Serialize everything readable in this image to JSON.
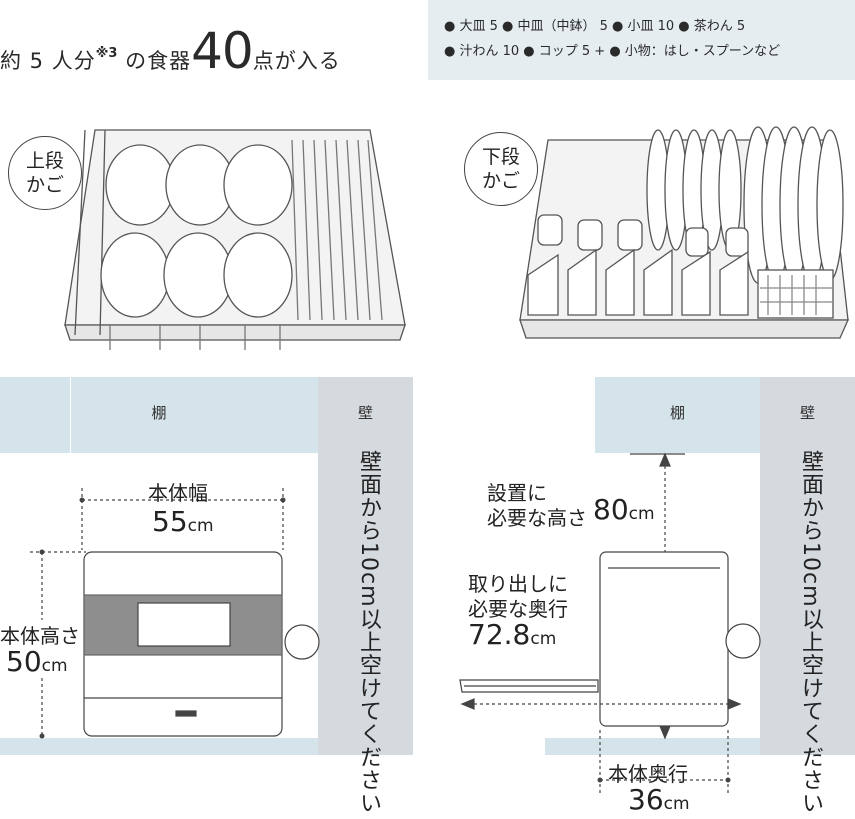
{
  "headline": {
    "prefix": "約 5 人分",
    "note_mark": "※3",
    "middle": " の食器",
    "number": "40",
    "suffix": "点が入る"
  },
  "info": {
    "line1": "● 大皿 5 ● 中皿（中鉢） 5 ● 小皿 10 ● 茶わん 5",
    "line2": "● 汁わん 10 ● コップ 5 + ● 小物：はし・スプーンなど"
  },
  "upper_basket": {
    "line1": "上段",
    "line2": "かご"
  },
  "lower_basket": {
    "line1": "下段",
    "line2": "かご"
  },
  "front_view": {
    "shelf": "棚",
    "wall": "壁",
    "wall_note": "壁面から10cm以上空けてください",
    "width_label": "本体幅",
    "width_value": "55",
    "height_label": "本体高さ",
    "height_value": "50",
    "unit": "cm"
  },
  "side_view": {
    "shelf": "棚",
    "wall": "壁",
    "wall_note": "壁面から10cm以上空けてください",
    "install_label_1": "設置に",
    "install_label_2": "必要な高さ",
    "install_value": "80",
    "pull_label_1": "取り出しに",
    "pull_label_2": "必要な奥行",
    "pull_value": "72.8",
    "depth_label": "本体奥行",
    "depth_value": "36",
    "unit": "cm"
  },
  "colors": {
    "shelf": "#d5e3ea",
    "wall": "#d5dade",
    "info_bg": "#e6edf1",
    "line": "#444444"
  }
}
